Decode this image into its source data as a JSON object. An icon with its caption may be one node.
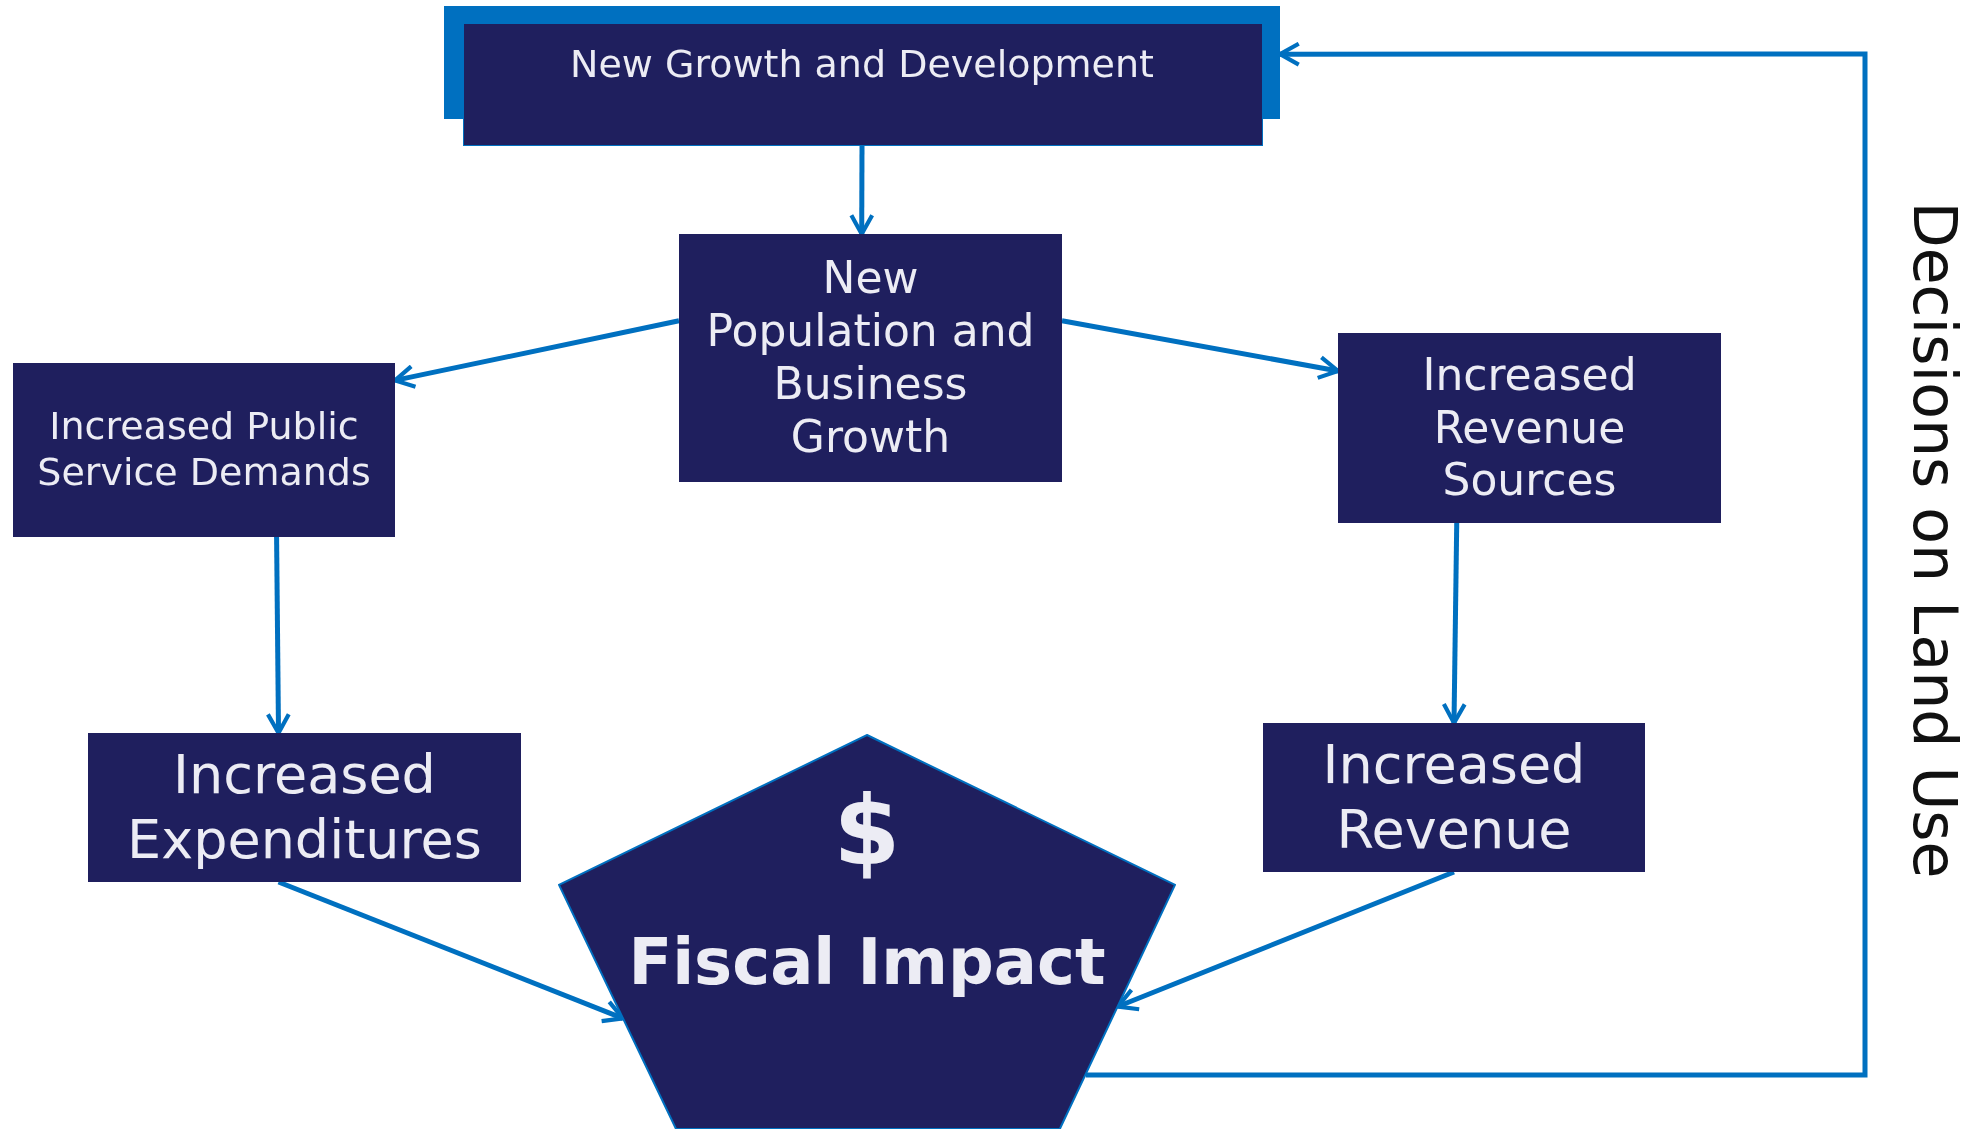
{
  "diagram": {
    "nodes": [
      {
        "text": [
          "New Growth and Development"
        ]
      },
      {
        "text": [
          "New Population and Business Growth"
        ]
      },
      {
        "text": [
          "Increased Public Service Demands"
        ]
      },
      {
        "text": [
          "Increased Revenue Sources"
        ]
      },
      {
        "text": [
          "Increased Expenditures"
        ]
      },
      {
        "text": [
          "Increased Revenue"
        ]
      },
      {
        "text": [
          "$",
          "Fiscal Impact"
        ]
      }
    ],
    "edges": [
      {
        "from": 0,
        "to": 1,
        "arrow": "to"
      },
      {
        "from": 1,
        "to": 2,
        "arrow": "to"
      },
      {
        "from": 1,
        "to": 3,
        "arrow": "to"
      },
      {
        "from": 2,
        "to": 4,
        "arrow": "to"
      },
      {
        "from": 3,
        "to": 5,
        "arrow": "to"
      },
      {
        "from": 4,
        "to": 6,
        "arrow": "to"
      },
      {
        "from": 5,
        "to": 6,
        "arrow": "to"
      },
      {
        "from": 6,
        "to": 0,
        "arrow": "to",
        "label": "Decisions on Land Use"
      }
    ]
  }
}
